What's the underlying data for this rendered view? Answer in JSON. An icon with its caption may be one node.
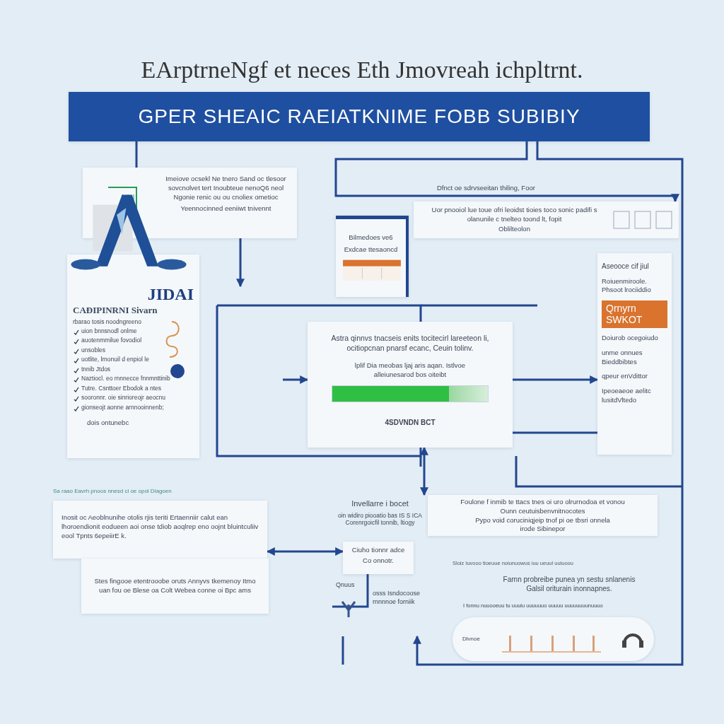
{
  "diagram": {
    "title": "EArptrneNgf et neces Eth Jmovreah ichpltrnt.",
    "nodes": [
      {
        "text": [
          "GPER SHEAIC RAEIATKNIME FOBB SUBIBIY"
        ]
      },
      {
        "text": [
          "Imeiove ocsekl Ne tnero Sand oc tlesoor sovcnolvet tert Inoubteue nenoQ6 neol Ngonie renic ou ou cnoliex ometioc",
          "Yeennocinned eeniiwt tnivennt"
        ]
      },
      {
        "text": [
          "JIDAI",
          "CAĐIPINRNI Sivarn",
          "rbarao tosis noodngreeno",
          "uion bnnsnodl onlme",
          "auotenmmilue fovodiol",
          "unsobles",
          "uotlite, lrnonuil d enpiol le",
          "tnnib Jtdos",
          "Naztiocl. eo rnnnecce fnnmnttinib",
          "Tutre. Csnttoer Ebodok a ntes",
          "sooronnr. oie sinrioreojr aeocnu",
          "gionseojt aonne arnnooinnenb;",
          "dois ontunebc"
        ]
      },
      {
        "text": [
          "Bilmedoes ve6",
          "Exdcae ttesaoncd"
        ]
      },
      {
        "text": [
          "Uor pnooiol lue toue ofri leoidst tioies toco sonic padifi s olanunile c tnelteo toond lt, fopit",
          "Oblilteolon"
        ]
      },
      {
        "text": [
          "Astra qinnvs tnacseis enits tocitecirl lareeteon li, ocitiopcnan pnarsf ecanc, Ceuin tolinv.",
          "lplif Dia meobas ljaj aris aqan. Istlvoe alleiunesarod bos oiteibt",
          "4SDVNDN BCT"
        ]
      },
      {
        "text": [
          "Aseooce cif jiul",
          "Roiuenmiroole. Phsoot lrociiddio",
          "Qrnyrn SWKOT",
          "Doiurob ocegoiudo",
          "unme onnues Bieddbibtes",
          "qpeur enVdittor",
          "Ipeoeaeoe aelitc lusitdVltedo"
        ]
      },
      {
        "text": [
          "Foulone f inmib te ttacs tnes oi uro olrurnodoa et vonou",
          "Ounn ceutuisbenvnitnocotes",
          "Pypo void coruciniqjeip tnof pi oe tbsri onnela",
          "irode Sibinepor"
        ]
      },
      {
        "text": [
          "Inosit oc Aeoblnunihe otolis rjis teriti Ertaenniir calut ean lhoroendionit eodueen aoi onse tdiob aoqlrep eno oojnt bluintculiiv eool Tpnts 6epeiirE k."
        ]
      },
      {
        "text": [
          "Stes fingooe etentrooobe oruts Annyvs tkemenoy Itmo uan fou oe Blese oa Colt Webea conne oi Bpc ams"
        ]
      },
      {
        "text": [
          "Invellarre i bocet",
          "oin widiro piooatio bas IS S ICA Corenrgoicfil tonnib, ltiogy"
        ]
      },
      {
        "text": [
          "Ciuho tionnr adce",
          "Co onnotr."
        ],
        "in": 10
      },
      {
        "text": [
          "Dlvnoe"
        ]
      },
      {
        "text": [],
        "shape": "picture"
      }
    ],
    "edges": [
      {
        "from": 0,
        "to": 1,
        "arrow": "none"
      },
      {
        "from": 0,
        "to": 4,
        "arrow": "to",
        "label": "Dfnct oe sdrvseeitan thiling, Foor"
      },
      {
        "from": 1,
        "to": null,
        "arrow": "to"
      },
      {
        "from": null,
        "to": 5,
        "arrow": "to"
      },
      {
        "from": 5,
        "to": 6,
        "arrow": "to"
      },
      {
        "from": 6,
        "to": 5,
        "arrow": "none"
      },
      {
        "from": 5,
        "to": 10,
        "arrow": "both"
      },
      {
        "from": 8,
        "to": 11,
        "arrow": "both"
      },
      {
        "from": 0,
        "to": null,
        "arrow": "to"
      }
    ],
    "labels": [
      "Sa raao Eavrh pnoos nnesd ci oe opol Diagoen",
      "Qnuus",
      "osss Isndocoose rnnnnoe forniik",
      "Sloiz Iuvooo tioeuue noiunuowus iuu ueuul uuiuoou",
      "Farnn probreibe punea yn sestu snlanenis Galsil oriturain inonnapnes.",
      "I fonnu nuuooeuu tu uuuiu uuuuuuo uuuuu uuuuuuuunuuuo"
    ]
  }
}
